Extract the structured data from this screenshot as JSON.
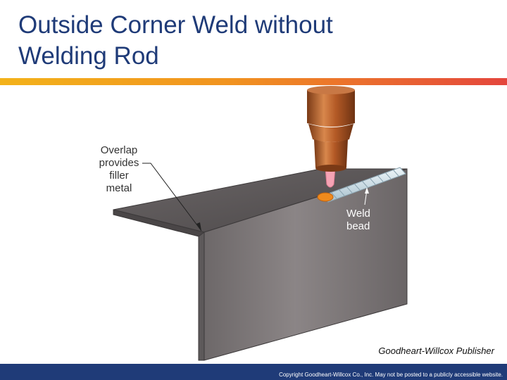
{
  "slide": {
    "title_line1": "Outside Corner Weld without",
    "title_line2": "Welding Rod"
  },
  "diagram": {
    "callouts": {
      "overlap_line1": "Overlap",
      "overlap_line2": "provides",
      "overlap_line3": "filler",
      "overlap_line4": "metal",
      "weld_line1": "Weld",
      "weld_line2": "bead"
    },
    "colors": {
      "plate_top": "#5a5657",
      "plate_front": "#807a7b",
      "torch_copper": "#b85f2c",
      "flame": "#f5a3b4",
      "weld_bead": "#cfe1ea"
    }
  },
  "credit": "Goodheart-Willcox Publisher",
  "footer": {
    "copyright": "Copyright Goodheart-Willcox Co., Inc.  May not be posted to a publicly accessible website."
  }
}
